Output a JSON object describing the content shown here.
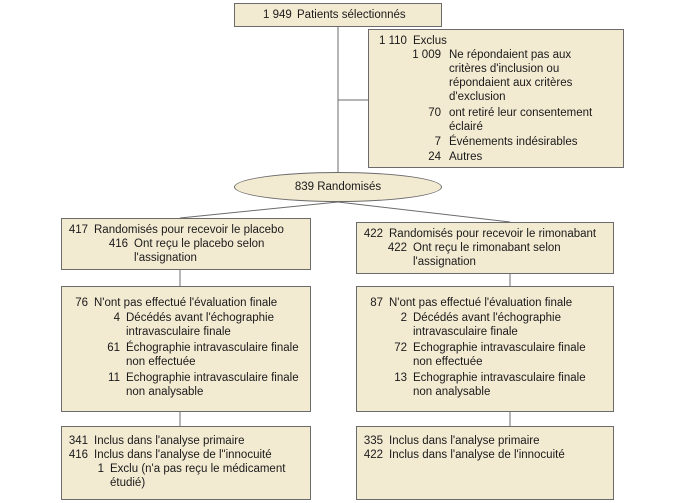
{
  "selected": {
    "count": "1 949",
    "label": "Patients sélectionnés"
  },
  "excluded": {
    "count": "1 110",
    "label": "Exclus",
    "reasons": [
      {
        "count": "1 009",
        "lines": [
          "Ne répondaient pas aux",
          "critères d'inclusion ou",
          "répondaient aux critères",
          "d'exclusion"
        ]
      },
      {
        "count": "70",
        "lines": [
          "ont retiré leur consentement",
          "éclairé"
        ]
      },
      {
        "count": "7",
        "lines": [
          "Événements indésirables"
        ]
      },
      {
        "count": "24",
        "lines": [
          "Autres"
        ]
      }
    ]
  },
  "randomized": {
    "count": "839",
    "label": "Randomisés"
  },
  "arms": [
    {
      "allocation": {
        "count": "417",
        "label": "Randomisés pour recevoir le placebo",
        "received_count": "416",
        "received_lines": [
          "Ont reçu le placebo selon",
          "l'assignation"
        ]
      },
      "followup": {
        "count": "76",
        "label": "N'ont pas effectué l'évaluation finale",
        "items": [
          {
            "count": "4",
            "lines": [
              "Décédés avant l'échographie",
              "intravasculaire finale"
            ]
          },
          {
            "count": "61",
            "lines": [
              "Échographie intravasculaire finale",
              "non effectuée"
            ]
          },
          {
            "count": "11",
            "lines": [
              "Echographie intravasculaire finale",
              "non analysable"
            ]
          }
        ]
      },
      "analysis": [
        {
          "count": "341",
          "lines": [
            "Inclus dans l'analyse primaire"
          ]
        },
        {
          "count": "416",
          "lines": [
            "Inclus dans l'analyse de l\"innocuité"
          ]
        },
        {
          "count": "1",
          "lines": [
            "Exclu (n'a pas reçu le médicament",
            "étudié)"
          ]
        }
      ]
    },
    {
      "allocation": {
        "count": "422",
        "label": "Randomisés pour recevoir le rimonabant",
        "received_count": "422",
        "received_lines": [
          "Ont reçu le rimonabant selon",
          "l'assignation"
        ]
      },
      "followup": {
        "count": "87",
        "label": "N'ont pas effectué l'évaluation finale",
        "items": [
          {
            "count": "2",
            "lines": [
              "Décédés avant l'échographie",
              "intravasculaire finale"
            ]
          },
          {
            "count": "72",
            "lines": [
              "Echographie intravasculaire finale",
              "non effectuée"
            ]
          },
          {
            "count": "13",
            "lines": [
              "Echographie intravasculaire finale",
              "non analysable"
            ]
          }
        ]
      },
      "analysis": [
        {
          "count": "335",
          "lines": [
            "Inclus dans l'analyse primaire"
          ]
        },
        {
          "count": "422",
          "lines": [
            "Inclus dans l'analyse de l'innocuité"
          ]
        }
      ]
    }
  ]
}
